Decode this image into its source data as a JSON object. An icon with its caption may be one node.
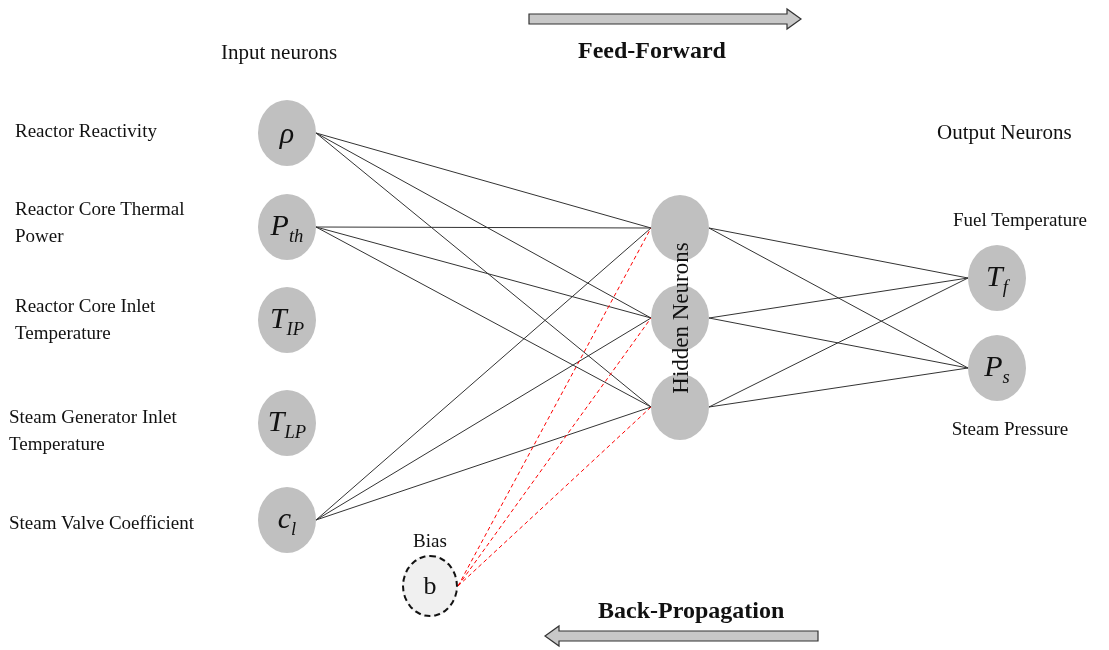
{
  "diagram": {
    "nodes": [
      {
        "text": [
          "ρ"
        ]
      },
      {
        "text": [
          "P$_{th}$"
        ]
      },
      {
        "text": [
          "T$_{IP}$"
        ]
      },
      {
        "text": [
          "T$_{LP}$"
        ]
      },
      {
        "text": [
          "c$_{l}$"
        ]
      },
      {
        "text": [],
        "shape": "circle"
      },
      {
        "text": [],
        "shape": "circle"
      },
      {
        "text": [],
        "shape": "circle"
      },
      {
        "text": [
          "T$_{f}$"
        ],
        "beside": [
          "Fuel Temperature"
        ]
      },
      {
        "text": [
          "P$_{s}$"
        ],
        "beside": [
          "Steam Pressure"
        ]
      },
      {
        "text": [
          "b"
        ],
        "beside": [
          "Bias"
        ]
      }
    ],
    "edges": [
      {
        "from": 0,
        "to": 5,
        "arrow": "none"
      },
      {
        "from": 0,
        "to": 6,
        "arrow": "none"
      },
      {
        "from": 0,
        "to": 7,
        "arrow": "none"
      },
      {
        "from": 1,
        "to": 5,
        "arrow": "none"
      },
      {
        "from": 1,
        "to": 6,
        "arrow": "none"
      },
      {
        "from": 1,
        "to": 7,
        "arrow": "none"
      },
      {
        "from": 4,
        "to": 5,
        "arrow": "none"
      },
      {
        "from": 4,
        "to": 6,
        "arrow": "none"
      },
      {
        "from": 4,
        "to": 7,
        "arrow": "none"
      },
      {
        "from": 10,
        "to": 5,
        "arrow": "none",
        "style": "dashed",
        "color": "#ff0000"
      },
      {
        "from": 10,
        "to": 6,
        "arrow": "none",
        "style": "dashed",
        "color": "#ff0000"
      },
      {
        "from": 10,
        "to": 7,
        "arrow": "none",
        "style": "dashed",
        "color": "#ff0000"
      },
      {
        "from": 5,
        "to": 8,
        "arrow": "none"
      },
      {
        "from": 5,
        "to": 9,
        "arrow": "none"
      },
      {
        "from": 6,
        "to": 8,
        "arrow": "none"
      },
      {
        "from": 6,
        "to": 9,
        "arrow": "none"
      },
      {
        "from": 7,
        "to": 8,
        "arrow": "none"
      },
      {
        "from": 7,
        "to": 9,
        "arrow": "none"
      }
    ],
    "labels": [
      "Feed-Forward",
      "Input neurons",
      "Reactor Reactivity",
      "Output Neurons",
      "Reactor Core Thermal Power",
      "Reactor Core Inlet Temperature",
      "Hidden Neurons",
      "Steam Generator Inlet Temperature",
      "Steam Valve Coefficient",
      "Back-Propagation"
    ]
  }
}
